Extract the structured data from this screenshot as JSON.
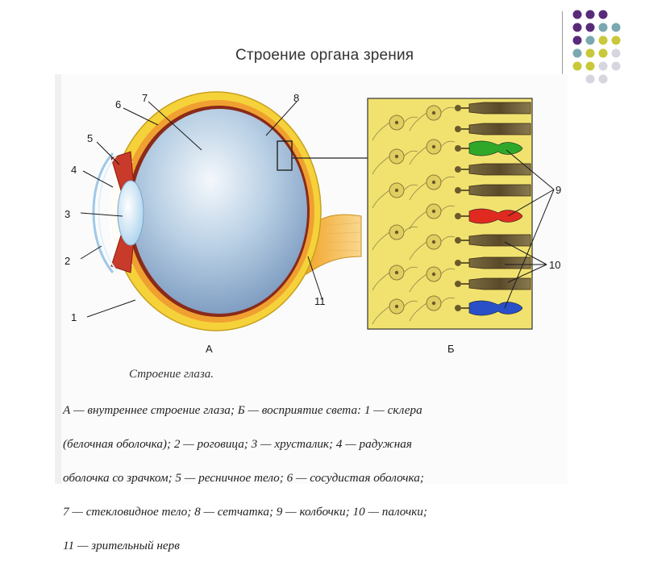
{
  "slide": {
    "title": "Строение органа зрения"
  },
  "decor": {
    "dot_colors": [
      "#5a2a7a",
      "#7aa8b0",
      "#c8c83a",
      "#d6d6de"
    ]
  },
  "figure": {
    "labels": {
      "n1": "1",
      "n2": "2",
      "n3": "3",
      "n4": "4",
      "n5": "5",
      "n6": "6",
      "n7": "7",
      "n8": "8",
      "n9": "9",
      "n10": "10",
      "n11": "11"
    },
    "panel_a": "А",
    "panel_b": "Б"
  },
  "caption": {
    "title": "Строение глаза.",
    "lines": [
      "А — внутреннее строение глаза; Б — восприятие света: 1 — склера",
      "(белочная оболочка); 2 — роговица; 3 — хрусталик; 4 — радужная",
      "оболочка со зрачком; 5 — ресничное тело; 6 — сосудистая оболочка;",
      "7 — стекловидное тело; 8 — сетчатка; 9 — колбочки; 10 — палочки;",
      "11 — зрительный нерв"
    ]
  }
}
